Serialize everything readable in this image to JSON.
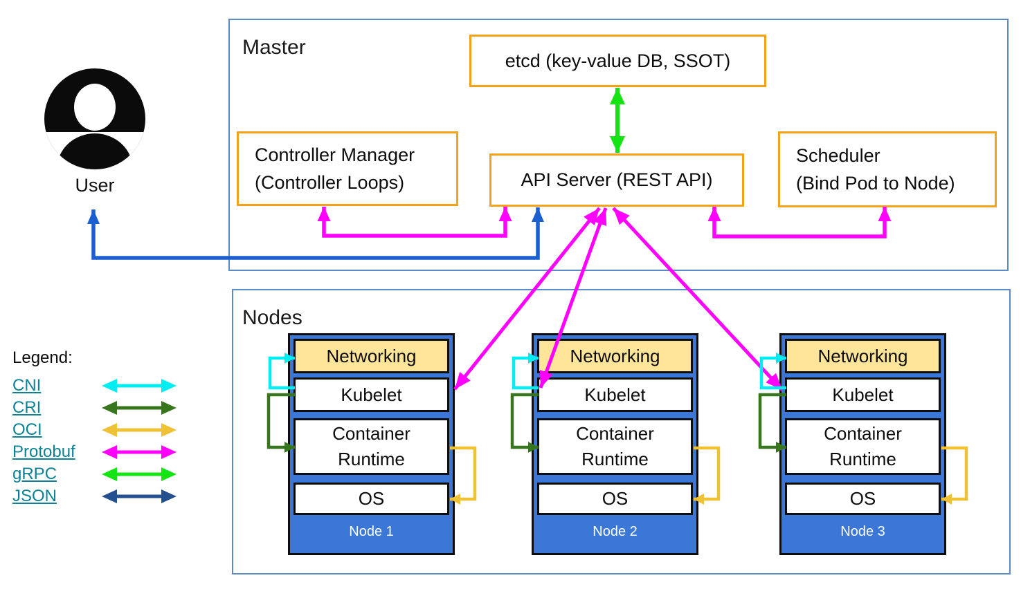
{
  "user": {
    "label": "User"
  },
  "master": {
    "title": "Master",
    "boxes": {
      "etcd": {
        "label": "etcd (key-value DB, SSOT)"
      },
      "controller_manager": {
        "line1": "Controller Manager",
        "line2": "(Controller Loops)"
      },
      "api_server": {
        "label": "API Server (REST API)"
      },
      "scheduler": {
        "line1": "Scheduler",
        "line2": "(Bind Pod to Node)"
      }
    }
  },
  "nodes": {
    "title": "Nodes",
    "stack_labels": {
      "networking": "Networking",
      "kubelet": "Kubelet",
      "container_runtime": "Container Runtime",
      "os": "OS"
    },
    "items": [
      {
        "name": "Node 1"
      },
      {
        "name": "Node 2"
      },
      {
        "name": "Node 3"
      }
    ]
  },
  "legend": {
    "title": "Legend:",
    "link_color": "#0d8294",
    "items": [
      {
        "label": "CNI",
        "color": "#00eef2"
      },
      {
        "label": "CRI",
        "color": "#38761d"
      },
      {
        "label": "OCI",
        "color": "#efc137"
      },
      {
        "label": "Protobuf",
        "color": "#ff00ff"
      },
      {
        "label": "gRPC",
        "color": "#14e314"
      },
      {
        "label": "JSON",
        "color": "#24508f"
      }
    ]
  },
  "connections": [
    {
      "id": "etcd-api",
      "protocol": "gRPC",
      "color": "#14e314"
    },
    {
      "id": "controller-manager-api",
      "protocol": "Protobuf",
      "color": "#ff00ff"
    },
    {
      "id": "scheduler-api",
      "protocol": "Protobuf",
      "color": "#ff00ff"
    },
    {
      "id": "user-api",
      "protocol": "JSON",
      "color": "#1b5fd0"
    },
    {
      "id": "api-kubelet-node1",
      "protocol": "Protobuf",
      "color": "#ff00ff"
    },
    {
      "id": "api-kubelet-node2",
      "protocol": "Protobuf",
      "color": "#ff00ff"
    },
    {
      "id": "api-kubelet-node3",
      "protocol": "Protobuf",
      "color": "#ff00ff"
    },
    {
      "id": "kubelet-networking",
      "protocol": "CNI",
      "color": "#00eef2"
    },
    {
      "id": "kubelet-container-runtime",
      "protocol": "CRI",
      "color": "#38761d"
    },
    {
      "id": "container-runtime-os",
      "protocol": "OCI",
      "color": "#efc137"
    }
  ],
  "colors": {
    "orange_box_border": "#f5a21b",
    "group_box_border": "#5d89c4",
    "node_fill": "#3b77d6",
    "networking_fill": "#ffe599"
  }
}
